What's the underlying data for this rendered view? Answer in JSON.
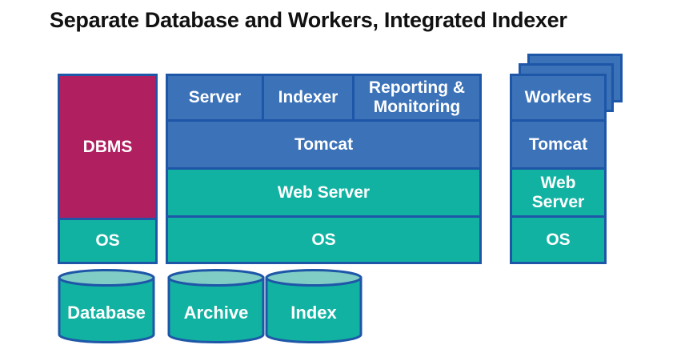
{
  "title": "Separate Database and Workers, Integrated Indexer",
  "colors": {
    "blue": "#3B72B8",
    "teal": "#12B2A2",
    "magenta": "#B02061",
    "border": "#1E56A8",
    "cylinder_top": "#7FCDC5",
    "title_color": "#111111",
    "label_color": "#FFFFFF"
  },
  "left_column": {
    "dbms": "DBMS",
    "os": "OS",
    "store": "Database"
  },
  "middle_column": {
    "server": "Server",
    "indexer": "Indexer",
    "reporting": "Reporting & Monitoring",
    "tomcat": "Tomcat",
    "web_server": "Web Server",
    "os": "OS",
    "stores": {
      "archive": "Archive",
      "index": "Index"
    }
  },
  "right_column": {
    "workers": "Workers",
    "workers_stack_layers": 3,
    "tomcat": "Tomcat",
    "web_server": "Web Server",
    "os": "OS"
  }
}
